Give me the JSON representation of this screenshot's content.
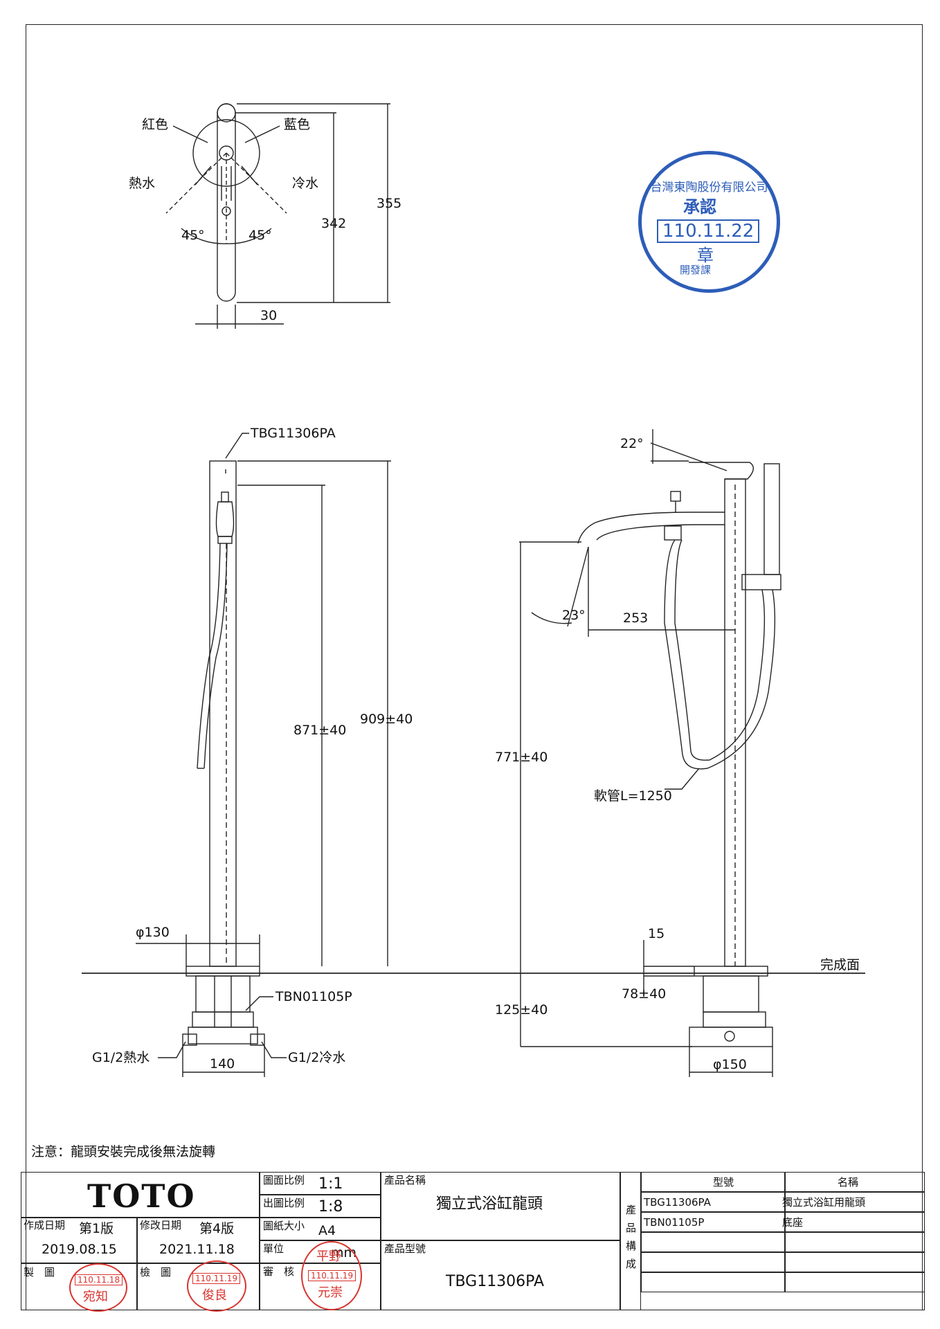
{
  "top_view": {
    "red_label": "紅色",
    "blue_label": "藍色",
    "hot_label": "熱水",
    "cold_label": "冷水",
    "angle_left": "45°",
    "angle_right": "45°",
    "dim_342": "342",
    "dim_355": "355",
    "dim_30": "30"
  },
  "front_view": {
    "model_callout": "TBG11306PA",
    "dim_871": "871±40",
    "dim_909": "909±40",
    "dim_dia130": "φ130",
    "base_callout": "TBN01105P",
    "hot_inlet": "G1/2熱水",
    "cold_inlet": "G1/2冷水",
    "dim_140": "140"
  },
  "side_view": {
    "angle_22": "22°",
    "angle_23": "23°",
    "dim_253": "253",
    "dim_771": "771±40",
    "hose": "軟管L=1250",
    "dim_15": "15",
    "finish_surface": "完成面",
    "dim_78": "78±40",
    "dim_125": "125±40",
    "dim_dia150": "φ150"
  },
  "approval_stamp": {
    "company": "台灣東陶股份有限公司",
    "title": "承認",
    "date": "110.11.22",
    "chapter": "章",
    "dept": "開發課"
  },
  "note": "注意：龍頭安裝完成後無法旋轉",
  "title_block": {
    "logo": "TOTO",
    "scale_label": "圖面比例",
    "scale_value": "1:1",
    "print_scale_label": "出圖比例",
    "print_scale_value": "1:8",
    "paper_label": "圖紙大小",
    "paper_value": "A4",
    "unit_label": "單位",
    "unit_value": "mm",
    "review_label": "審　核",
    "created_label": "作成日期",
    "edition1": "第1版",
    "created_date": "2019.08.15",
    "revised_label": "修改日期",
    "edition4": "第4版",
    "revised_date": "2021.11.18",
    "drawn_label": "製　圖",
    "checked_label": "檢　圖",
    "product_name_label": "產品名稱",
    "product_name": "獨立式浴缸龍頭",
    "product_model_label": "產品型號",
    "product_model": "TBG11306PA",
    "composition_label": [
      "產",
      "品",
      "構",
      "成"
    ],
    "table_headers": [
      "型號",
      "名稱"
    ],
    "table_rows": [
      [
        "TBG11306PA",
        "獨立式浴缸用龍頭"
      ],
      [
        "TBN01105P",
        "底座"
      ],
      [
        "",
        ""
      ],
      [
        "",
        ""
      ],
      [
        "",
        ""
      ]
    ],
    "stamp_drawn": {
      "date": "110.11.18",
      "name": "宛知"
    },
    "stamp_checked": {
      "date": "110.11.19",
      "name": "俊良"
    },
    "stamp_review": {
      "top": "平野",
      "date": "110.11.19",
      "name": "元崇"
    }
  }
}
